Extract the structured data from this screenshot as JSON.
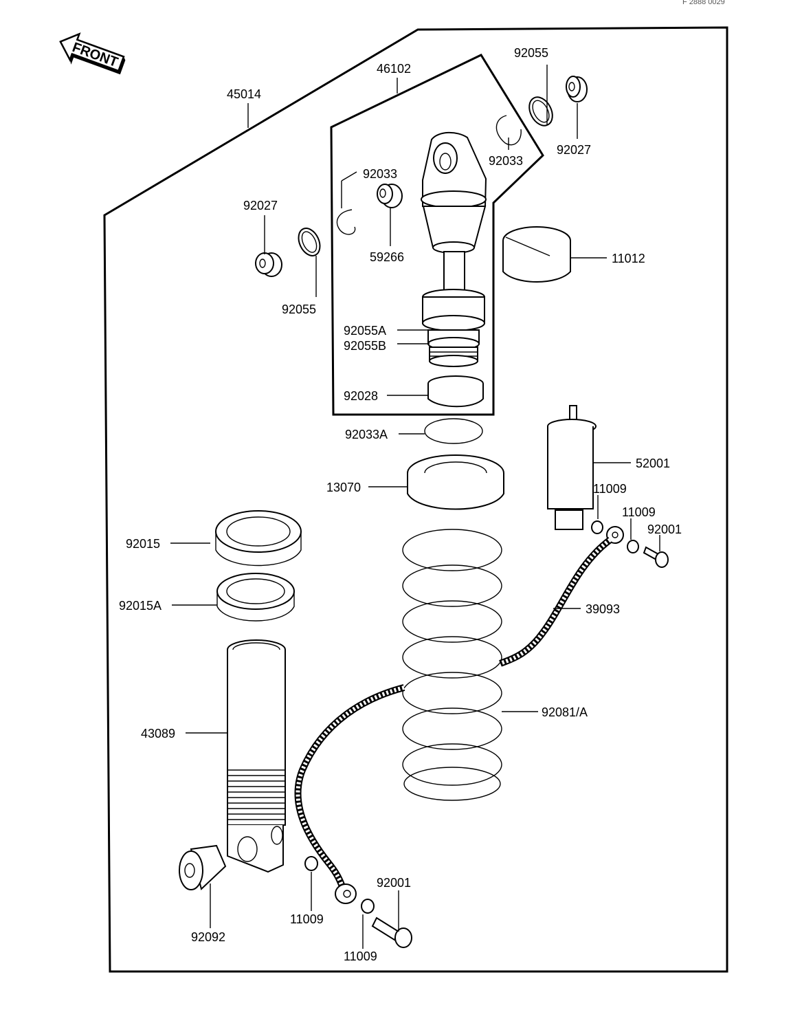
{
  "corner_code": "F 2888 0029",
  "front_arrow": {
    "text": "FRONT"
  },
  "labels": {
    "l_45014": "45014",
    "l_46102": "46102",
    "l_92055_top": "92055",
    "l_92027_top": "92027",
    "l_92033_r": "92033",
    "l_92033_l": "92033",
    "l_59266": "59266",
    "l_92027_left": "92027",
    "l_92055_left": "92055",
    "l_11012": "11012",
    "l_92055A": "92055A",
    "l_92055B": "92055B",
    "l_92028": "92028",
    "l_92033A": "92033A",
    "l_13070": "13070",
    "l_52001": "52001",
    "l_11009_a": "11009",
    "l_11009_b": "11009",
    "l_92001_r": "92001",
    "l_92015": "92015",
    "l_92015A": "92015A",
    "l_39093": "39093",
    "l_43089": "43089",
    "l_92081A": "92081/A",
    "l_92001_b": "92001",
    "l_11009_c": "11009",
    "l_92092": "92092",
    "l_11009_d": "11009"
  }
}
